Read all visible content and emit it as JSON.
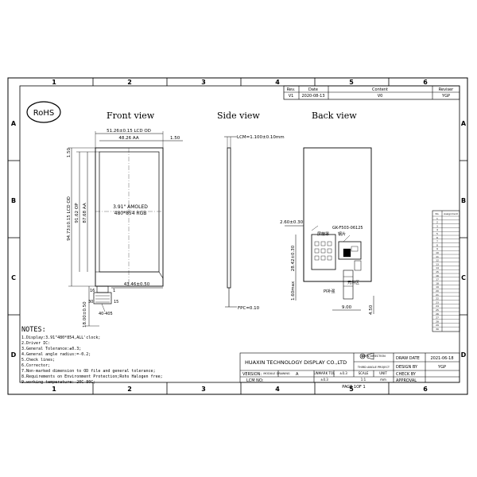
{
  "grid": {
    "columns": [
      "1",
      "2",
      "3",
      "4",
      "5",
      "6"
    ],
    "rows": [
      "A",
      "B",
      "C",
      "D"
    ]
  },
  "logo": {
    "text": "RoHS"
  },
  "views": {
    "front": "Front view",
    "side": "Side view",
    "back": "Back view"
  },
  "revision": {
    "headers": [
      "Rev.",
      "Date",
      "Content",
      "Reviser"
    ],
    "row": [
      "V1",
      "2020-08-13",
      "V0",
      "YGP"
    ]
  },
  "front_dims": {
    "lcd_od_w": "51.26±0.15 LCD OD",
    "aa_w": "48.26 AA",
    "right_margin": "1.50",
    "top_margin": "1.50",
    "lcd_od_h": "94.73±0.15 LCD OD",
    "aa_h_a": "91.62 OP",
    "aa_h_b": "87.68 AA",
    "panel_label_1": "3.91\" AMOLED",
    "panel_label_2": "480*854 RGB",
    "fpc_w": "43.46±0.50",
    "pin_16": "16",
    "pin_1": "1",
    "pin_30": "30",
    "pin_15": "15",
    "connector": "40-405",
    "fpc_len": "18.00±0.50"
  },
  "side_dims": {
    "thickness": "LCM=1.100±0.10mm",
    "fpc": "FPC=0.10"
  },
  "back_dims": {
    "w1": "2.60±0.30",
    "part": "GK-F503-06125",
    "label_a": "屏蔽罩",
    "label_b": "钢片",
    "h1": "28.42±0.30",
    "label_c": "元件区",
    "label_d": "PI补强",
    "h2": "1.60max",
    "w2": "9.00",
    "h3": "4.50"
  },
  "pin_table": {
    "header": [
      "No.",
      "Assignment"
    ],
    "rows": [
      "1",
      "2",
      "3",
      "4",
      "5",
      "6",
      "7",
      "8",
      "9",
      "10",
      "11",
      "12",
      "13",
      "14",
      "15",
      "16",
      "17",
      "18",
      "19",
      "20",
      "21",
      "22",
      "23",
      "24",
      "25",
      "26",
      "27",
      "28",
      "29",
      "30"
    ]
  },
  "notes": {
    "title": "NOTES:",
    "items": [
      "1.Display:3.91\"480*854,ALL'clock;",
      "2.Driver IC:",
      "3.General Tolerance:±0.3;",
      "4.General angle radius:=-0.2;",
      "5.Check lines;",
      "6.Corrector;",
      "7.Non-marked dimension to OD file and general tolerance;",
      "8.Requirements on Environment Protection;Rohs Halogen free;",
      "9.working temperature:-20C-80C;"
    ]
  },
  "title_block": {
    "company": "HUAXIN TECHNOLOGY DISPLAY CO.,LTD",
    "view_direction": "VIEW DIRECTION",
    "third_angle": "THIRD ANGLE PROJECT",
    "module_drawing": "MODULE DRAWING",
    "version_label": "VERSION:",
    "version_value": "A",
    "lcm_no": "LCM NO:",
    "unmark_tol": "UNMARK TOL",
    "tol_value": "±0.3",
    "scale": "SCALE",
    "scale_value": "1:1",
    "unit": "UNIT",
    "unit_value": "mm",
    "page": "PAGE 1OF 1",
    "draw_date": "DRAW DATE",
    "draw_date_value": "2021-06-18",
    "design_by": "DESIGN BY",
    "design_by_value": "YGP",
    "check_by": "CHECK BY",
    "approval": "APPROVAL"
  }
}
